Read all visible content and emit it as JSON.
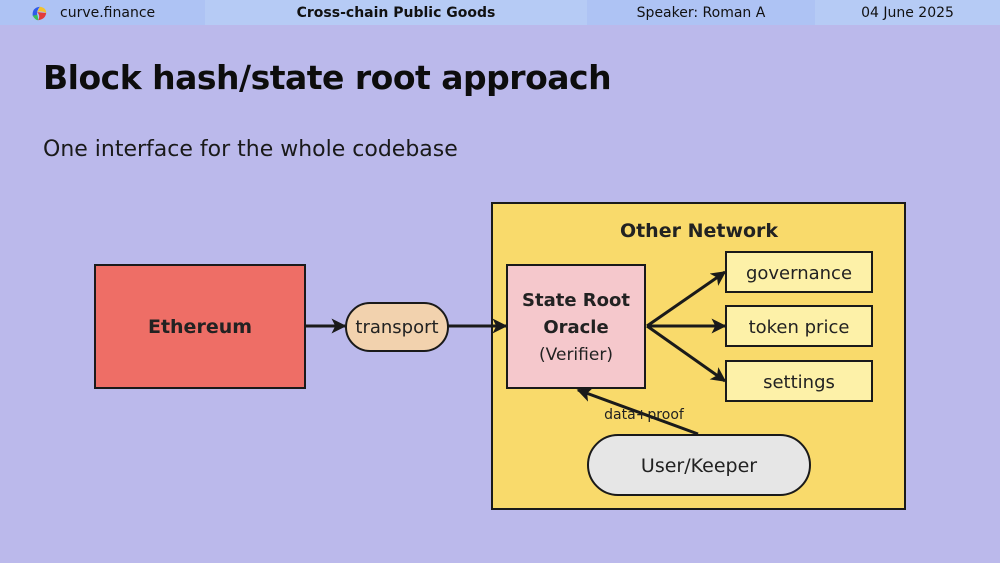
{
  "header": {
    "brand": "curve.finance",
    "talk_title": "Cross-chain Public Goods",
    "speaker": "Speaker: Roman A",
    "date": "04 June 2025"
  },
  "slide": {
    "title": "Block hash/state root approach",
    "subtitle": "One interface for the whole codebase"
  },
  "diagram": {
    "ethereum": "Ethereum",
    "transport": "transport",
    "network_title": "Other Network",
    "oracle_line1": "State Root",
    "oracle_line2": "Oracle",
    "oracle_line3": "(Verifier)",
    "outputs": [
      "governance",
      "token price",
      "settings"
    ],
    "keeper": "User/Keeper",
    "keeper_edge": "data+proof"
  },
  "colors": {
    "background": "#bbb9eb",
    "ethereum_fill": "#ee6e66",
    "transport_fill": "#f2d2ae",
    "network_fill": "#f9da6b",
    "oracle_fill": "#f5c8cc",
    "output_fill": "#fdf1a8",
    "keeper_fill": "#e6e6e6"
  }
}
